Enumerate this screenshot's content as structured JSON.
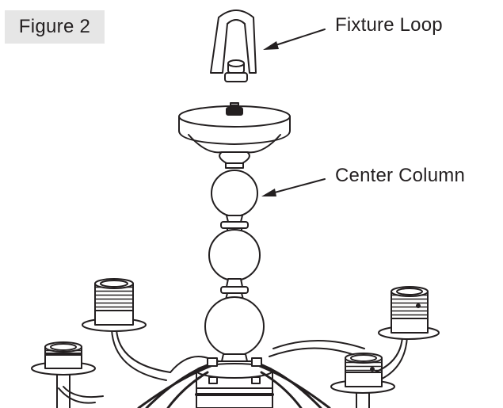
{
  "figure": {
    "label": "Figure 2"
  },
  "callouts": {
    "fixture_loop": "Fixture Loop",
    "center_column": "Center Column"
  },
  "colors": {
    "ink": "#231f20",
    "label_bg": "#e6e6e6"
  }
}
